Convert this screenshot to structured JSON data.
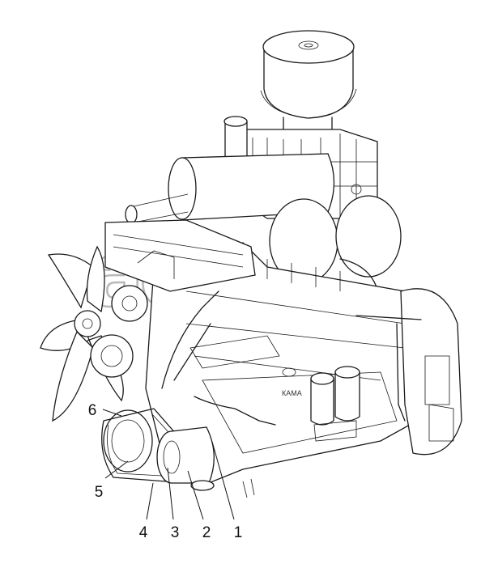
{
  "diagram": {
    "callouts": [
      {
        "id": "1",
        "label": "1"
      },
      {
        "id": "2",
        "label": "2"
      },
      {
        "id": "3",
        "label": "3"
      },
      {
        "id": "4",
        "label": "4"
      },
      {
        "id": "5",
        "label": "5"
      },
      {
        "id": "6",
        "label": "6"
      }
    ],
    "watermark": {
      "text": "aeg",
      "trademark": "TM"
    },
    "engine_badge": "КАМА"
  }
}
